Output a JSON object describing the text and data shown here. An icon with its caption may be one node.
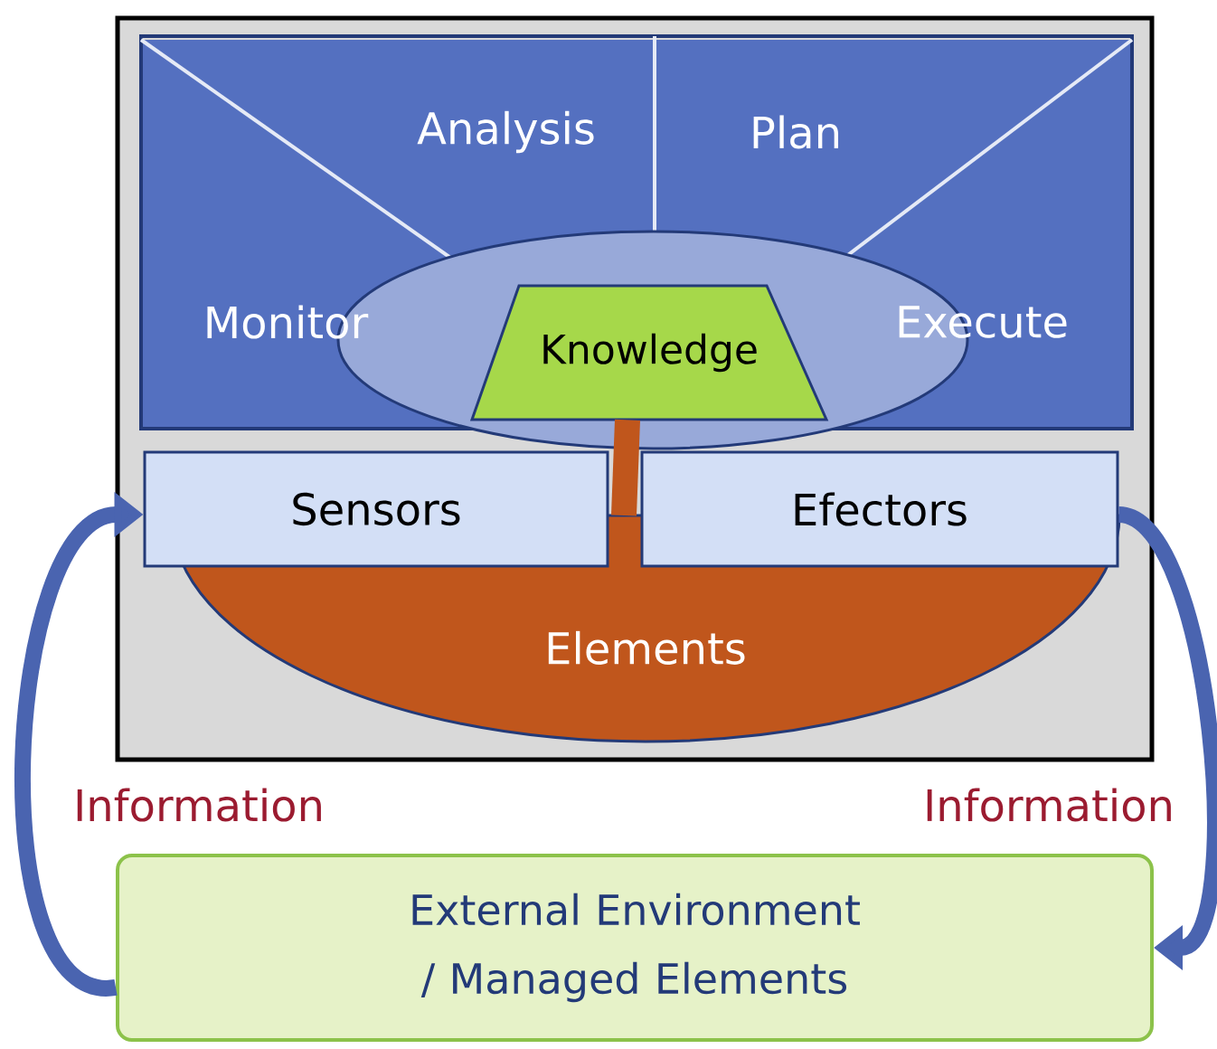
{
  "diagram": {
    "nodes": [
      {
        "text": [],
        "shape": "box"
      },
      {
        "text": [
          "Analysis"
        ],
        "in": 0
      },
      {
        "text": [
          "Plan"
        ],
        "in": 0
      },
      {
        "text": [
          "Monitor"
        ],
        "in": 0
      },
      {
        "text": [
          "Execute"
        ],
        "in": 0
      },
      {
        "text": [],
        "shape": "ellipse",
        "in": 0
      },
      {
        "text": [
          "Knowledge"
        ],
        "in": 5
      },
      {
        "text": [
          "Sensors"
        ],
        "in": 0
      },
      {
        "text": [
          "Efectors"
        ],
        "in": 0
      },
      {
        "text": [
          "Elements"
        ],
        "in": 0
      },
      {
        "text": [
          "External Environment / Managed Elements"
        ]
      }
    ],
    "edges": [
      {
        "from": 10,
        "to": 7,
        "arrow": "to",
        "label": "Information"
      },
      {
        "from": 8,
        "to": 10,
        "arrow": "to",
        "label": "Information"
      },
      {
        "from": 6,
        "to": 9,
        "arrow": "none",
        "color": "#c0561c"
      }
    ]
  }
}
